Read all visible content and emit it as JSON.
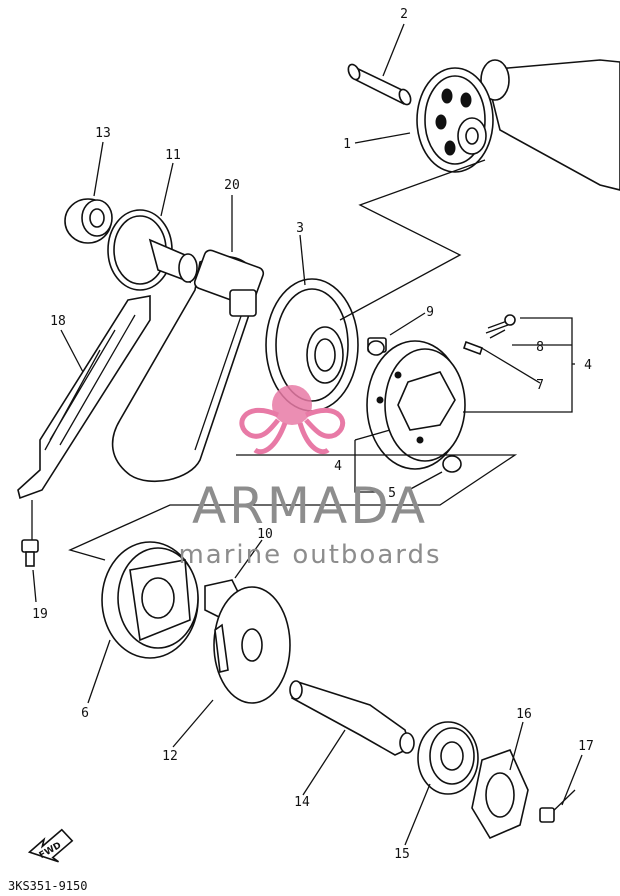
{
  "diagram": {
    "part_numbers": [
      "1",
      "2",
      "3",
      "4",
      "4",
      "5",
      "6",
      "7",
      "8",
      "9",
      "10",
      "11",
      "12",
      "13",
      "14",
      "15",
      "16",
      "17",
      "18",
      "19",
      "20"
    ],
    "diagram_code": "3KS351-9150",
    "fwd_label": "FWD"
  },
  "watermark": {
    "brand": "ARMADA",
    "tagline": "marine outboards",
    "logo_color": "#e87aa6",
    "text_color": "#8d8d8d"
  }
}
